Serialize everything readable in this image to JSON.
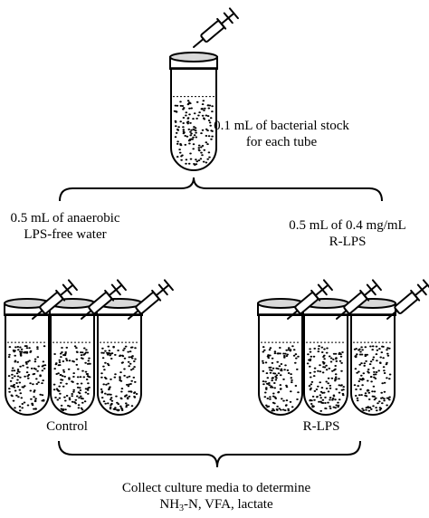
{
  "stock": {
    "line1": "0.1 mL of bacterial stock",
    "line2": "for each tube"
  },
  "control": {
    "addition_line1": "0.5 mL of anaerobic",
    "addition_line2": "LPS-free water",
    "group_label": "Control"
  },
  "treatment": {
    "addition_line1": "0.5 mL of 0.4 mg/mL",
    "addition_line2": "R-LPS",
    "group_label": "R-LPS"
  },
  "collect": {
    "line1": "Collect culture media to determine",
    "line2_a": "NH",
    "line2_sub": "3",
    "line2_b": "-N, VFA, lactate"
  },
  "colors": {
    "stroke": "#000000",
    "cap": "#d9d9d9",
    "fill": "#ffffff"
  }
}
